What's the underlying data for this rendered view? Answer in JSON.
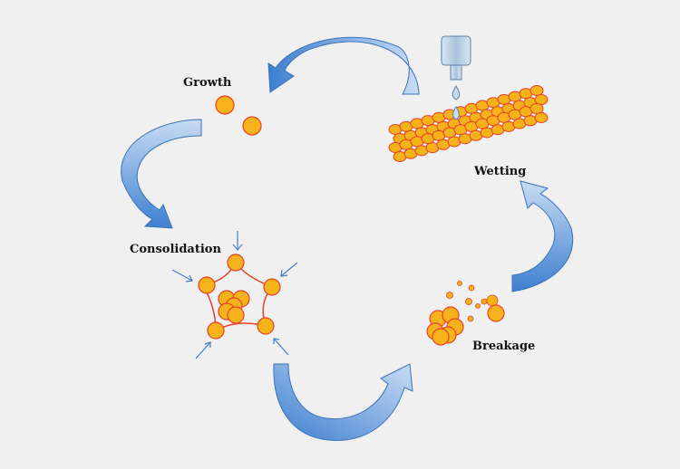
{
  "labels": {
    "growth": "Growth",
    "wetting": "Wetting",
    "consolidation": "Consolidation",
    "breakage": "Breakage"
  },
  "colors": {
    "background": "#f0f0f0",
    "particle_fill": "#f5b21a",
    "particle_stroke": "#e8402a",
    "arrow_light": "#c8dcf4",
    "arrow_dark": "#3e7fd0",
    "binder_fill": "#c7dcee",
    "binder_stroke": "#5b7fa8",
    "pressure_arrow": "#4a7cc4"
  },
  "icons": [
    "binder-nozzle-icon",
    "binder-droplet-icon",
    "pressure-arrow-icon",
    "cycle-arrow-icon"
  ]
}
